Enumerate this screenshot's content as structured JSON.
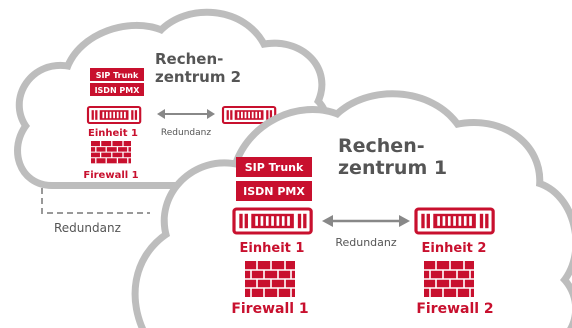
{
  "dc2": {
    "title_line1": "Rechen-",
    "title_line2": "zentrum 2",
    "sip_label": "SIP Trunk",
    "isdn_label": "ISDN PMX",
    "unit_label": "Einheit 1",
    "redundancy_label": "Redundanz",
    "firewall_label": "Firewall 1"
  },
  "dc1": {
    "title_line1": "Rechen-",
    "title_line2": "zentrum 1",
    "sip_label": "SIP Trunk",
    "isdn_label": "ISDN PMX",
    "unit1_label": "Einheit 1",
    "unit2_label": "Einheit 2",
    "redundancy_label": "Redundanz",
    "firewall1_label": "Firewall 1",
    "firewall2_label": "Firewall 2"
  },
  "link": {
    "redundancy_label": "Redundanz"
  },
  "colors": {
    "accent": "#c8102e",
    "cloud_stroke": "#bdbdbd",
    "text_gray": "#555555"
  }
}
